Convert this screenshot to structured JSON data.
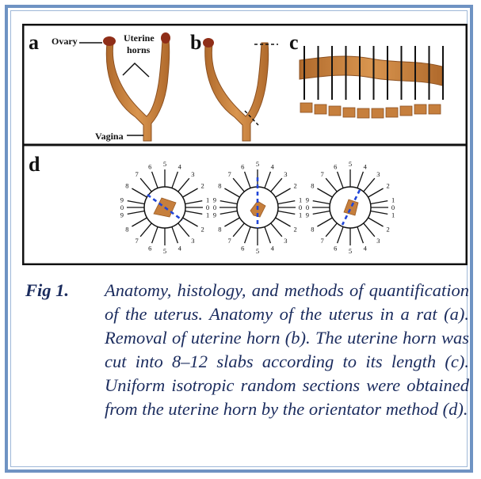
{
  "figure": {
    "panel_labels": [
      "a",
      "b",
      "c",
      "d"
    ],
    "annotations": {
      "ovary": "Ovary",
      "uterine_horns_line1": "Uterine",
      "uterine_horns_line2": "horns",
      "vagina": "Vagina"
    },
    "orientator_numbers": {
      "top": [
        "9",
        "8",
        "7",
        "6",
        "5",
        "4",
        "3",
        "2",
        "1"
      ],
      "bottom": [
        "1",
        "2",
        "3",
        "4",
        "5",
        "6",
        "7",
        "8",
        "9"
      ],
      "zero": "0"
    },
    "colors": {
      "tissue": "#c67f3d",
      "tissue_dark": "#9a5a22",
      "ovary": "#8f2e18",
      "dashed_line": "#2146d8",
      "frame": "#111111",
      "caption": "#1b2c5e",
      "border": "#6f93c3"
    }
  },
  "caption": {
    "label": "Fig 1.",
    "text": "Anatomy, histology, and methods of quantification of the uterus. Anatomy of the uterus in a rat (a). Removal of uterine horn (b). The uterine horn was cut into 8–12 slabs according to its length (c). Uniform isotropic random sections were obtained from the uterine horn by the orientator method (d)."
  }
}
